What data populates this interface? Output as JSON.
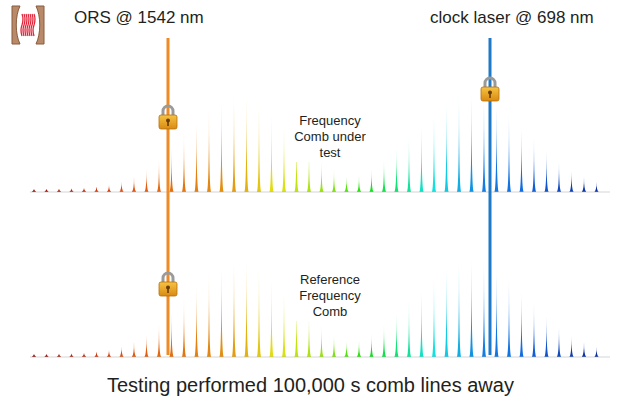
{
  "diagram": {
    "caption": "Testing performed 100,000 s comb lines away",
    "labels": [
      "ORS @ 1542 nm",
      "clock laser @ 698 nm",
      "Frequency Comb under test",
      "Reference Frequency Comb"
    ]
  }
}
